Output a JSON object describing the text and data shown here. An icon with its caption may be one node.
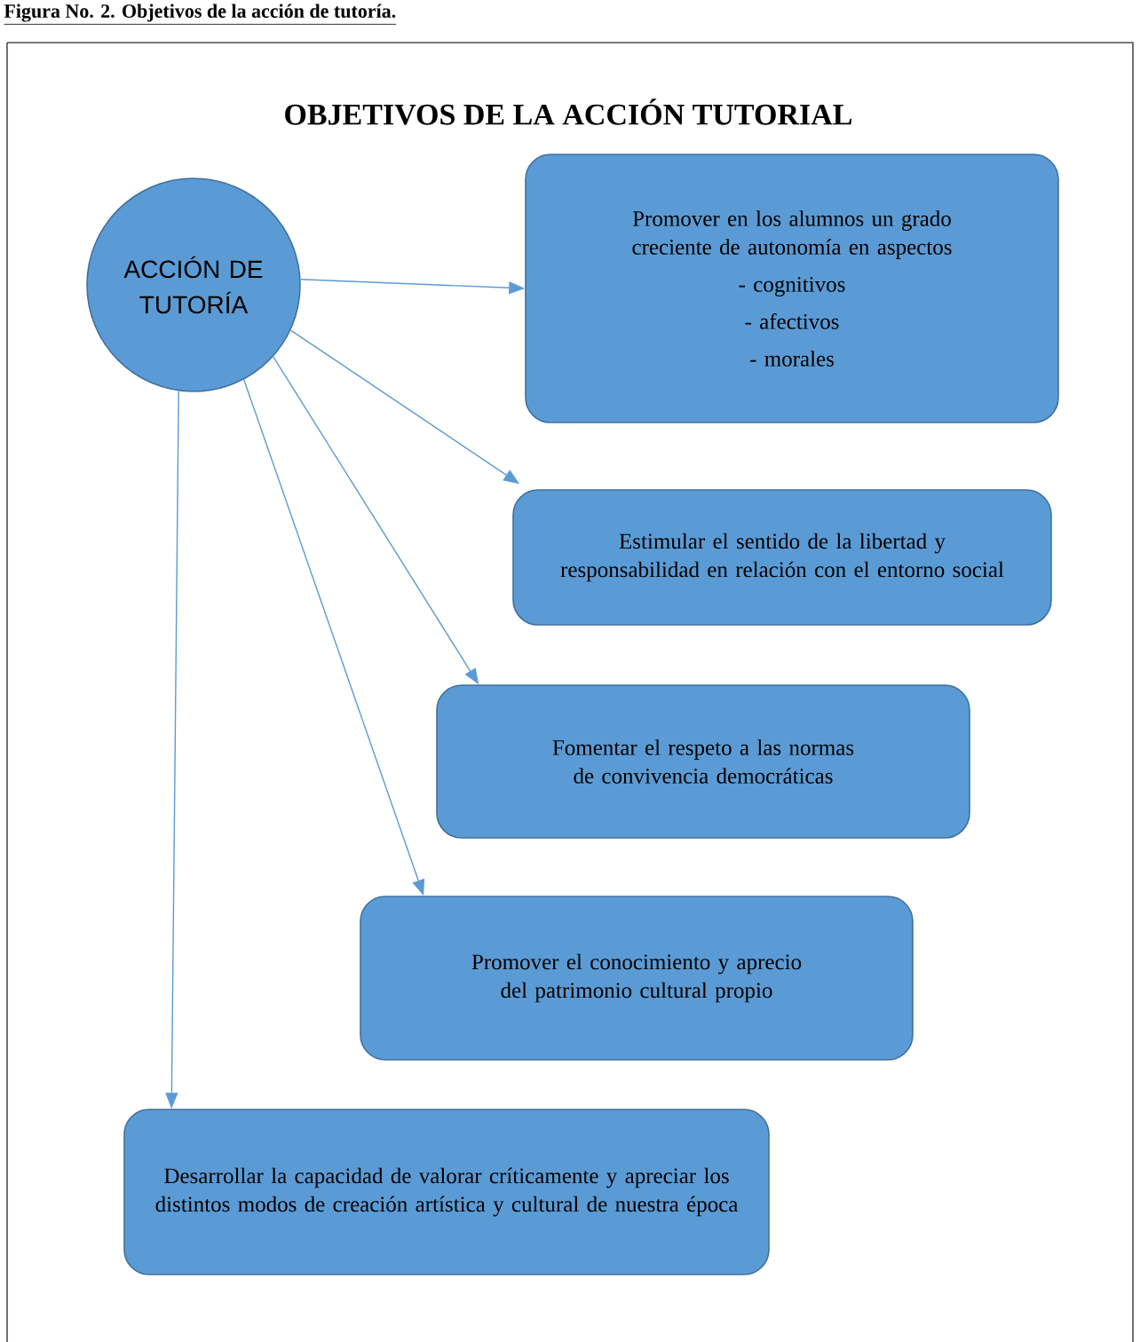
{
  "diagram": {
    "title": "OBJETIVOS DE LA ACCIÓN TUTORIAL",
    "caption": "Figura No. 2. Objetivos de la acción de tutoría.",
    "nodes": [
      {
        "text": [
          "ACCIÓN DE TUTORÍA"
        ]
      },
      {
        "text": [
          "Promover en los alumnos un grado creciente de autonomía en aspectos",
          "- cognitivos",
          "- afectivos",
          "- morales"
        ]
      },
      {
        "text": [
          "Estimular el sentido de la libertad y responsabilidad en relación con el entorno social"
        ]
      },
      {
        "text": [
          "Fomentar el respeto a las normas de convivencia democráticas"
        ]
      },
      {
        "text": [
          "Promover el conocimiento y aprecio del patrimonio cultural propio"
        ]
      },
      {
        "text": [
          "Desarrollar la capacidad de valorar críticamente y apreciar los distintos modos de creación artística y cultural de nuestra época"
        ]
      }
    ],
    "edges": [
      {
        "from": 0,
        "to": 1,
        "arrow": "to"
      },
      {
        "from": 0,
        "to": 2,
        "arrow": "to"
      },
      {
        "from": 0,
        "to": 3,
        "arrow": "to"
      },
      {
        "from": 0,
        "to": 4,
        "arrow": "to"
      },
      {
        "from": 0,
        "to": 5,
        "arrow": "to"
      }
    ]
  }
}
